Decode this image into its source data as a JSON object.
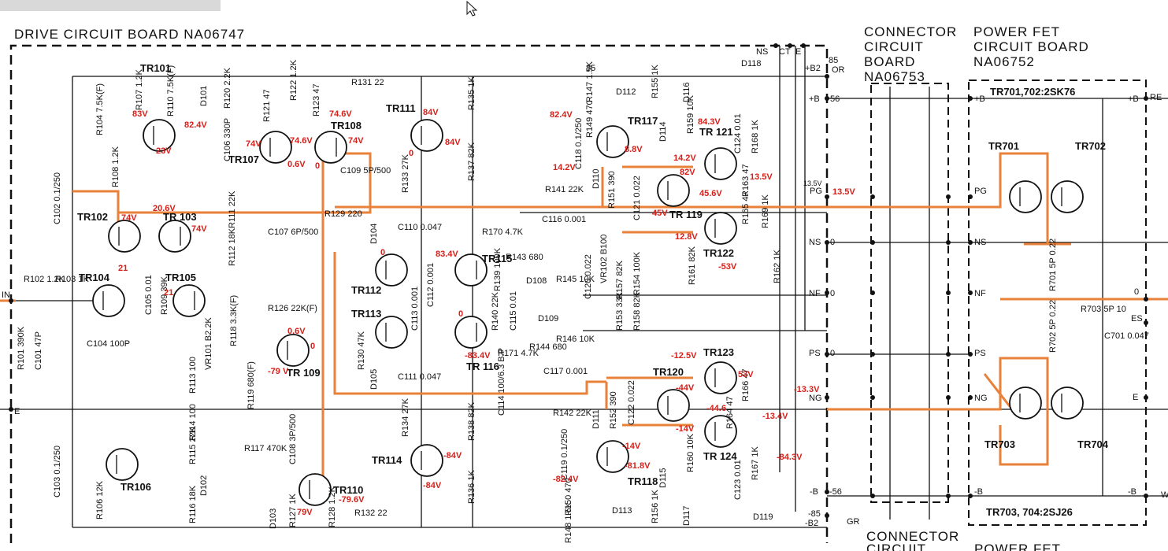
{
  "boards": {
    "drive_title": "DRIVE  CIRCUIT  BOARD  NA06747",
    "connector_lines": [
      "CONNECTOR",
      "CIRCUIT",
      "BOARD",
      "NA06753"
    ],
    "power_lines": [
      "POWER FET",
      "CIRCUIT  BOARD",
      "NA06752"
    ],
    "connector_bottom": [
      "CONNECTOR",
      "CIRCUIT"
    ],
    "power_bottom": "POWER FET",
    "fet_top_note": "TR701,702:2SK76",
    "fet_bottom_note": "TR703, 704:2SJ26"
  },
  "terminals": {
    "in": "IN",
    "e_left": "E",
    "ns": "NS",
    "ct": "CT",
    "e_top": "E",
    "b2_pos": "+B2",
    "v85": "85",
    "or": "OR",
    "b_pos": "+B",
    "v56": "56",
    "v13": "13.5V",
    "pg": "PG",
    "ns2": "NS",
    "zero1": "0",
    "nf": "NF",
    "zero2": "0",
    "ps": "PS",
    "zero3": "0",
    "ng": "NG",
    "b_neg": "-B",
    "v56n": "-56",
    "v85n": "-85",
    "b2_neg": "-B2",
    "gr": "GR",
    "fet_b_pos": "+B",
    "fet_b_pos2": "+B",
    "re": "RE",
    "fet_pg": "PG",
    "fet_ns": "NS",
    "fet_nf": "NF",
    "fet_ps": "PS",
    "fet_ng": "NG",
    "fet_b_neg": "-B",
    "fet_b_neg2": "-B",
    "out_zero": "0",
    "es": "ES",
    "e_right": "E",
    "w": "W",
    "v85_top": "85"
  },
  "transistors": {
    "tr101": "TR101",
    "tr102": "TR102",
    "tr103": "TR 103",
    "tr104": "TR104",
    "tr105": "TR105",
    "tr106": "TR106",
    "tr107": "TR107",
    "tr108": "TR108",
    "tr109": "TR 109",
    "tr110": "TR110",
    "tr111": "TR111",
    "tr112": "TR112",
    "tr113": "TR113",
    "tr114": "TR114",
    "tr115": "TR115",
    "tr116": "TR 116",
    "tr117": "TR117",
    "tr118": "TR118",
    "tr119": "TR 119",
    "tr120": "TR120",
    "tr121": "TR 121",
    "tr122": "TR122",
    "tr123": "TR123",
    "tr124": "TR 124",
    "tr701": "TR701",
    "tr702": "TR702",
    "tr703": "TR703",
    "tr704": "TR704"
  },
  "components": {
    "r101": "R101 390K",
    "c101": "C101 47P",
    "r102": "R102 1.2K",
    "r103": "R103 1K",
    "c102": "C102 0.1/250",
    "c103": "C103 0.1/250",
    "c104": "C104 100P",
    "r104": "R104 7.5K(F)",
    "r106": "R106 12K",
    "r107": "R107 1.2K",
    "r108": "R108 1.2K",
    "r110": "R110 7.5K(F)",
    "d101": "D101",
    "r120": "R120 2.2K",
    "c106": "C106 330P",
    "r121": "R121 47",
    "r122": "R122 1.2K",
    "r123": "R123 47",
    "r131": "R131 22",
    "c109": "C109 5P/500",
    "r111": "R111 22K",
    "r112": "R112 18K",
    "r129": "R129 220",
    "c107": "C107 6P/500",
    "c105": "C105 0.01",
    "r109": "R109 39K",
    "r126": "R126 22K(F)",
    "r118": "R118 3.3K(F)",
    "vr101": "VR101 B2.2K",
    "r119": "R119 680(F)",
    "r113": "R113 100",
    "r114": "R114 100",
    "r115": "R115 22K",
    "r116": "R116 18K",
    "d102": "D102",
    "d103": "D103",
    "r117": "R117 470K",
    "c108": "C108 3P/500",
    "r127": "R127 1K",
    "r128": "R128 1.2K",
    "r132": "R132 22",
    "r130": "R130 47K",
    "r133": "R133 27K",
    "r134": "R134 27K",
    "r135": "R135 1K",
    "r136": "R136 1K",
    "r137": "R137 82K",
    "r138": "R138 82K",
    "d104": "D104",
    "c110": "C110 0.047",
    "d105": "D105",
    "c111": "C111 0.047",
    "c112": "C112 0.001",
    "c113": "C113 0.001",
    "r170": "R170 4.7K",
    "r143": "R143 680",
    "d108": "D108",
    "r139": "R139 100K",
    "r145": "R145 10K",
    "r140": "R140 22K",
    "c115": "C115 0.01",
    "d109": "D109",
    "r171": "R171 4.7K",
    "r144": "R144 680",
    "r146": "R146 10K",
    "c114": "C114 100/6.3 B.P",
    "c117": "C117 0.001",
    "r141": "R141 22K",
    "c116": "C116 0.001",
    "r142": "R142 22K",
    "c120": "C120 0.022",
    "vr102": "VR102 B100",
    "r147": "R147 1.5K",
    "r149": "R149 470",
    "c118": "C118 0.1/250",
    "d110": "D110",
    "r151": "R151 390",
    "c121": "C121 0.022",
    "d111": "D111",
    "r152": "R152 390",
    "c122": "C122 0.022",
    "c119": "C119 0.1/250",
    "r150": "R150 470",
    "r148": "R148 1.5K",
    "d112": "D112",
    "d113": "D113",
    "r155": "R155 1K",
    "d114": "D114",
    "d115": "D115",
    "r156": "R156 1K",
    "d116": "D116",
    "d117": "D117",
    "d118": "D118",
    "d119": "D119",
    "r159": "R159 10K",
    "r160": "R160 10K",
    "c124": "C124 0.01",
    "c123": "C123 0.01",
    "r168": "R168 1K",
    "r167": "R167 1K",
    "r163": "R163 47",
    "r165": "R165 47",
    "r166": "R166 47",
    "r164": "R164 47",
    "r169": "R169 1K",
    "r162": "R162 1K",
    "r153": "R153 33K",
    "r154": "R154 100K",
    "r157": "R157 82K",
    "r158": "R158 82K",
    "r161": "R161 82K",
    "r701": "R701 5P 0.22",
    "r702": "R702 5P 0.22",
    "r703": "R703 5P 10",
    "c701": "C701 0.047"
  },
  "voltages": {
    "v_83": "83V",
    "v_824a": "82.4V",
    "v_23": "23V",
    "v_74a": "74V",
    "v_746a": "74.6V",
    "v_746b": "74.6V",
    "v_74b": "74V",
    "v_06a": "0.6V",
    "v_0a": "0",
    "v_74c": "74V",
    "v_206": "20.6V",
    "v_74d": "74V",
    "v_21a": "21",
    "v_21b": "21",
    "v_06b": "0.6V",
    "v_0b": "0",
    "v_79": "-79 V",
    "v_796": "-79.6V",
    "v_79b": "79V",
    "v_84a": "84V",
    "v_84b": "84V",
    "v_0c": "0",
    "v_834": "83.4V",
    "v_0d": "0",
    "v_0e": "0",
    "v_834n": "-83.4V",
    "v_84n1": "-84V",
    "v_84n2": "-84V",
    "v_824b": "82.4V",
    "v_88": "8.8V",
    "v_142a": "14.2V",
    "v_843": "84.3V",
    "v_142b": "14.2V",
    "v_82": "82V",
    "v_135": "13.5V",
    "v_456": "45.6V",
    "v_45": "45V",
    "v_128": "12.8V",
    "v_53": "-53V",
    "v_135b": "13.5V",
    "v_125": "-12.5V",
    "v_53b": "53V",
    "v_44": "-44V",
    "v_446": "-44.6",
    "v_14a": "-14V",
    "v_134a": "-13.4V",
    "v_133": "-13.3V",
    "v_14b": "-14V",
    "v_818": "-81.8V",
    "v_824n": "-82.4V",
    "v_843n": "-84.3V"
  }
}
